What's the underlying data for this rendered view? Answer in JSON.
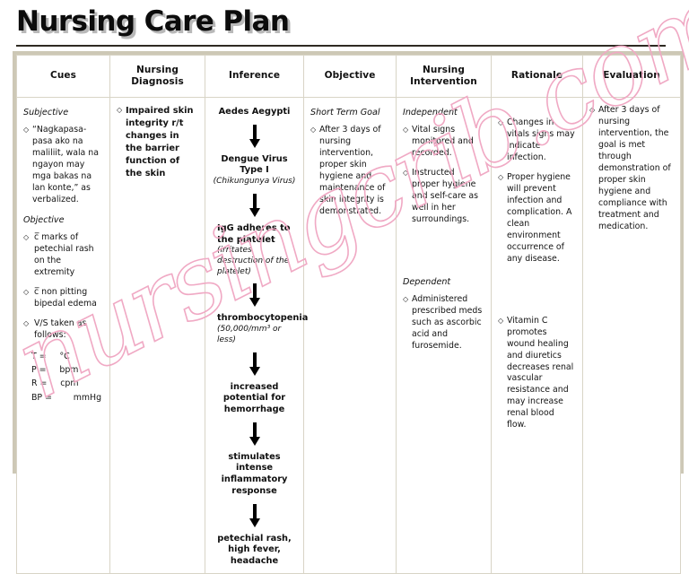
{
  "document": {
    "title": "Nursing Care Plan",
    "watermark": "nursingcrib.com",
    "watermark_color": "#f0a9c4",
    "frame_color": "#cdc8b6",
    "rule_color": "#2e2a22"
  },
  "table": {
    "headers": [
      "Cues",
      "Nursing Diagnosis",
      "Inference",
      "Objective",
      "Nursing Intervention",
      "Rationale",
      "Evaluation"
    ],
    "cues": {
      "subjective_label": "Subjective",
      "subjective_text": "“Nagkapasa-pasa ako na maliliit, wala na ngayon may mga bakas na lan konte,” as verbalized.",
      "objective_label": "Objective",
      "objective_items": [
        "c̅ marks of petechial rash on the extremity",
        "c̅ non pitting bipedal edema",
        "V/S taken as follows:"
      ],
      "vital_signs": [
        {
          "label": "T =",
          "unit": "°C"
        },
        {
          "label": "P =",
          "unit": "bpm"
        },
        {
          "label": "R =",
          "unit": "cpm"
        },
        {
          "label": "BP =",
          "unit": "mmHg"
        }
      ]
    },
    "nursing_diagnosis": {
      "items": [
        "Impaired skin integrity r/t changes in the barrier function of the skin"
      ]
    },
    "inference": {
      "nodes": [
        {
          "main": "Aedes Aegypti",
          "sub": ""
        },
        {
          "main": "Dengue Virus\nType I",
          "sub": "(Chikungunya Virus)"
        },
        {
          "main": "IgG adheres to\nthe platelet",
          "sub": "(irritates destruction of the platelet)"
        },
        {
          "main": "thrombocytopenia",
          "sub": "(50,000/mm³ or less)"
        },
        {
          "main": "increased\npotential for\nhemorrhage",
          "sub": ""
        },
        {
          "main": "stimulates\nintense\ninflammatory\nresponse",
          "sub": ""
        },
        {
          "main": "petechial rash,\nhigh fever,\nheadache",
          "sub": ""
        }
      ]
    },
    "objective": {
      "goal_label": "Short Term Goal",
      "items": [
        "After 3 days of nursing intervention, proper skin hygiene and maintenance of skin integrity is demonstrated."
      ]
    },
    "nursing_intervention": {
      "independent_label": "Independent",
      "independent_items": [
        "Vital signs monitored and recorded.",
        "Instructed proper hygiene and self-care as well in her surroundings."
      ],
      "dependent_label": "Dependent",
      "dependent_items": [
        "Administered prescribed meds such as ascorbic acid and furosemide."
      ]
    },
    "rationale": {
      "items": [
        "Changes in vitals signs may indicate infection.",
        "Proper hygiene will prevent infection and complication. A clean environment occurrence of any disease.",
        "Vitamin C promotes wound healing and diuretics decreases renal vascular resistance and may increase renal blood flow."
      ]
    },
    "evaluation": {
      "items": [
        "After 3 days of nursing intervention, the goal is met through demonstration of proper skin hygiene and compliance with treatment and medication."
      ]
    }
  }
}
